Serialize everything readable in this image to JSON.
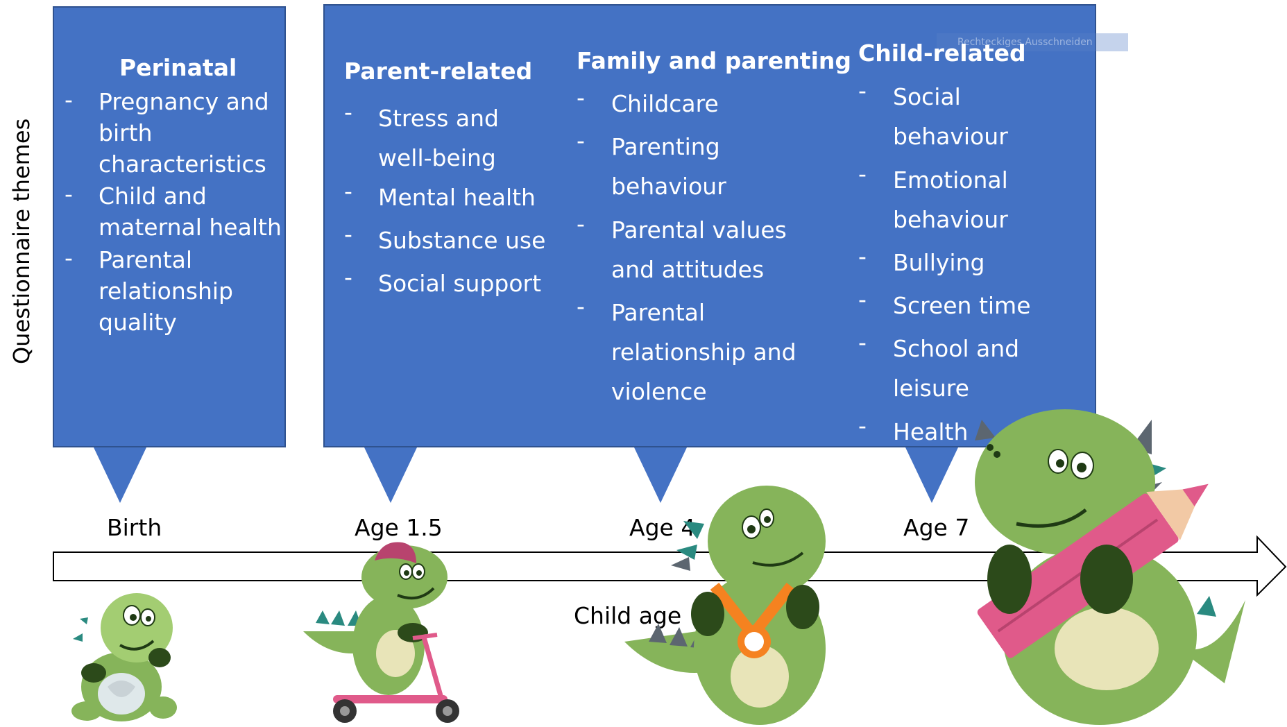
{
  "y_axis_label": "Questionnaire themes",
  "panels": [
    {
      "heading": "Perinatal",
      "items": [
        "Pregnancy and birth characteristics",
        "Child and maternal health",
        "Parental relationship quality"
      ]
    },
    {
      "heading": "Parent-related",
      "items": [
        "Stress and well-being",
        "Mental health",
        "Substance use",
        "Social support"
      ]
    },
    {
      "heading": "Family and parenting",
      "items": [
        "Childcare",
        "Parenting behaviour",
        "Parental values and attitudes",
        "Parental relationship and violence"
      ]
    },
    {
      "heading": "Child-related",
      "items": [
        "Social behaviour",
        "Emotional behaviour",
        "Bullying",
        "Screen time",
        "School and leisure",
        "Health"
      ]
    }
  ],
  "timeline": {
    "points": [
      "Birth",
      "Age 1.5",
      "Age 4",
      "Age 7"
    ],
    "axis_label": "Child age"
  },
  "faint_overlay_text": "Rechteckiges Ausschneiden",
  "colors": {
    "box_fill": "#4472c4",
    "box_border": "#2f528f",
    "dino_green": "#7ea850",
    "dino_dark": "#1f3a14",
    "spike_teal": "#2a8a80",
    "spike_grey": "#5c6670",
    "pencil_pink": "#e05a8a"
  },
  "icons": [
    "baby-dino-icon",
    "scooter-dino-icon",
    "medal-dino-icon",
    "pencil-dino-icon"
  ]
}
